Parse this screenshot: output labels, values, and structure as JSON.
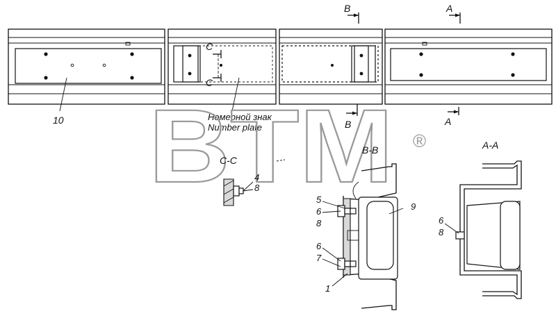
{
  "watermark": {
    "text": "BTM",
    "registered": "®"
  },
  "section_marks": {
    "b_top": "B",
    "a_top": "A",
    "c_top": "C",
    "c_bottom": "C",
    "b_bottom": "B",
    "a_bottom": "A"
  },
  "view_titles": {
    "cc": "C-C",
    "bb": "B-B",
    "aa": "A-A"
  },
  "callout_number_plate_ru": "Номерной знак",
  "callout_number_plate_en": "Number plate",
  "part_numbers": {
    "p10": "10",
    "cc_4": "4",
    "cc_8": "8",
    "bb_5": "5",
    "bb_6a": "6",
    "bb_8": "8",
    "bb_9": "9",
    "bb_6b": "6",
    "bb_7": "7",
    "bb_1": "1",
    "aa_6": "6",
    "aa_8": "8"
  },
  "colors": {
    "line": "#111111",
    "watermark": "#9a9a9a",
    "hatch": "#d9d9d9"
  }
}
